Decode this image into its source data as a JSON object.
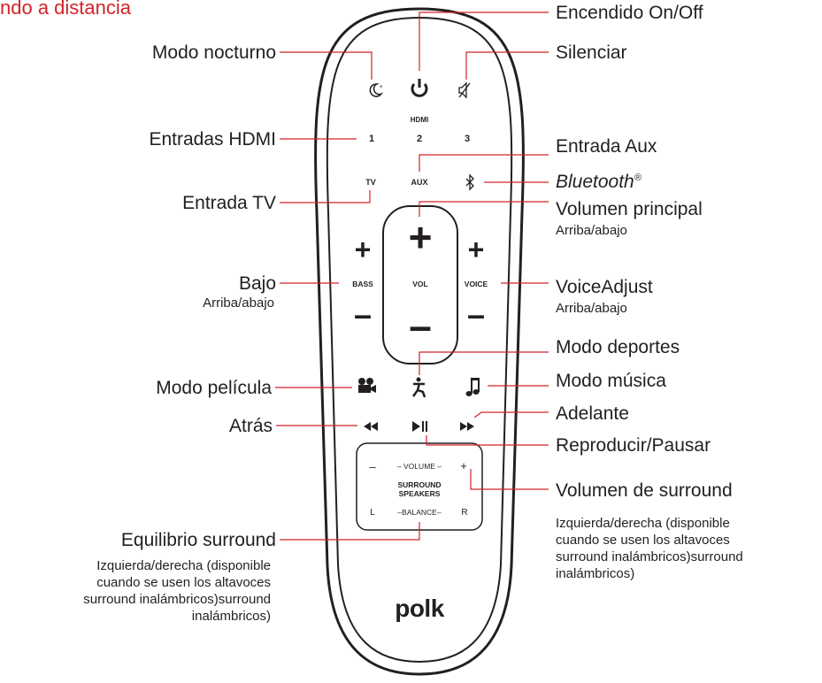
{
  "title": "ndo a distancia",
  "annotations": {
    "power": "Encendido On/Off",
    "night_mode": "Modo nocturno",
    "mute": "Silenciar",
    "hdmi_inputs": "Entradas HDMI",
    "aux_input": "Entrada Aux",
    "bluetooth": "Bluetooth",
    "bluetooth_reg": "®",
    "tv_input": "Entrada TV",
    "main_volume": "Volumen principal",
    "main_volume_sub": "Arriba/abajo",
    "bass": "Bajo",
    "bass_sub": "Arriba/abajo",
    "voice_adjust": "VoiceAdjust",
    "voice_adjust_sub": "Arriba/abajo",
    "sports_mode": "Modo deportes",
    "movie_mode": "Modo película",
    "music_mode": "Modo música",
    "back": "Atrás",
    "forward": "Adelante",
    "play_pause": "Reproducir/Pausar",
    "surround_volume": "Volumen de surround",
    "surround_volume_note": [
      "Izquierda/derecha (disponible",
      "cuando se usen los altavoces",
      "surround inalámbricos)surround",
      "inalámbricos)"
    ],
    "surround_balance": "Equilibrio surround",
    "surround_balance_note": [
      "Izquierda/derecha (disponible",
      "cuando se usen los altavoces",
      "surround inalámbricos)surround",
      "inalámbricos)"
    ]
  },
  "remote": {
    "hdmi_label": "HDMI",
    "hdmi_1": "1",
    "hdmi_2": "2",
    "hdmi_3": "3",
    "tv": "TV",
    "aux": "AUX",
    "bass": "BASS",
    "vol": "VOL",
    "voice": "VOICE",
    "plus": "+",
    "minus": "–",
    "surround_volume": "– VOLUME –",
    "surround_speakers_1": "SURROUND",
    "surround_speakers_2": "SPEAKERS",
    "surround_balance": "–BALANCE–",
    "minus_sign": "–",
    "plus_sign": "+",
    "left": "L",
    "right": "R",
    "brand": "polk"
  },
  "colors": {
    "leader": "#d2232a",
    "title": "#d2232a",
    "text": "#231f20"
  }
}
